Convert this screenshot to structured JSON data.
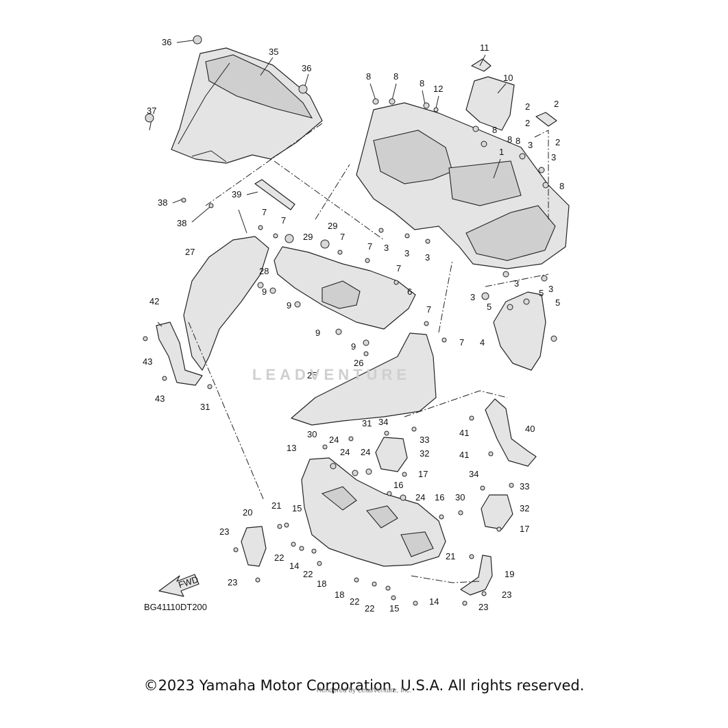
{
  "diagram_code": "BG41110DT200",
  "copyright": "©2023 Yamaha Motor Corporation, U.S.A. All rights reserved.",
  "rendered_by": "Rendered by LeadVenture, Inc.",
  "watermark": "LEADVENTURE",
  "fwd_label": "FWD",
  "callouts": [
    {
      "id": "c36a",
      "text": "36"
    },
    {
      "id": "c35",
      "text": "35"
    },
    {
      "id": "c36b",
      "text": "36"
    },
    {
      "id": "c37",
      "text": "37"
    },
    {
      "id": "c38a",
      "text": "38"
    },
    {
      "id": "c38b",
      "text": "38"
    },
    {
      "id": "c39",
      "text": "39"
    },
    {
      "id": "c11",
      "text": "11"
    },
    {
      "id": "c10",
      "text": "10"
    },
    {
      "id": "c8a",
      "text": "8"
    },
    {
      "id": "c8b",
      "text": "8"
    },
    {
      "id": "c8c",
      "text": "8"
    },
    {
      "id": "c12",
      "text": "12"
    },
    {
      "id": "c8d",
      "text": "8"
    },
    {
      "id": "c8e",
      "text": "8"
    },
    {
      "id": "c1",
      "text": "1"
    },
    {
      "id": "c8f",
      "text": "8"
    },
    {
      "id": "c3a",
      "text": "3"
    },
    {
      "id": "c3b",
      "text": "3"
    },
    {
      "id": "c8g",
      "text": "8"
    },
    {
      "id": "c2a",
      "text": "2"
    },
    {
      "id": "c2b",
      "text": "2"
    },
    {
      "id": "c2c",
      "text": "2"
    },
    {
      "id": "c2d",
      "text": "2"
    },
    {
      "id": "c7a",
      "text": "7"
    },
    {
      "id": "c7b",
      "text": "7"
    },
    {
      "id": "c29a",
      "text": "29"
    },
    {
      "id": "c29b",
      "text": "29"
    },
    {
      "id": "c7c",
      "text": "7"
    },
    {
      "id": "c7d",
      "text": "7"
    },
    {
      "id": "c3c",
      "text": "3"
    },
    {
      "id": "c3d",
      "text": "3"
    },
    {
      "id": "c3e",
      "text": "3"
    },
    {
      "id": "c27",
      "text": "27"
    },
    {
      "id": "c28",
      "text": "28"
    },
    {
      "id": "c7e",
      "text": "7"
    },
    {
      "id": "c9a",
      "text": "9"
    },
    {
      "id": "c9b",
      "text": "9"
    },
    {
      "id": "c6",
      "text": "6"
    },
    {
      "id": "c9c",
      "text": "9"
    },
    {
      "id": "c9d",
      "text": "9"
    },
    {
      "id": "c7f",
      "text": "7"
    },
    {
      "id": "c7g",
      "text": "7"
    },
    {
      "id": "c3f",
      "text": "3"
    },
    {
      "id": "c3g",
      "text": "3"
    },
    {
      "id": "c3h",
      "text": "3"
    },
    {
      "id": "c5a",
      "text": "5"
    },
    {
      "id": "c5b",
      "text": "5"
    },
    {
      "id": "c5c",
      "text": "5"
    },
    {
      "id": "c4",
      "text": "4"
    },
    {
      "id": "c42",
      "text": "42"
    },
    {
      "id": "c43a",
      "text": "43"
    },
    {
      "id": "c43b",
      "text": "43"
    },
    {
      "id": "c26",
      "text": "26"
    },
    {
      "id": "c25",
      "text": "25"
    },
    {
      "id": "c31a",
      "text": "31"
    },
    {
      "id": "c31b",
      "text": "31"
    },
    {
      "id": "c34a",
      "text": "34"
    },
    {
      "id": "c33a",
      "text": "33"
    },
    {
      "id": "c32a",
      "text": "32"
    },
    {
      "id": "c40",
      "text": "40"
    },
    {
      "id": "c41a",
      "text": "41"
    },
    {
      "id": "c41b",
      "text": "41"
    },
    {
      "id": "c30a",
      "text": "30"
    },
    {
      "id": "c24a",
      "text": "24"
    },
    {
      "id": "c13",
      "text": "13"
    },
    {
      "id": "c24b",
      "text": "24"
    },
    {
      "id": "c24c",
      "text": "24"
    },
    {
      "id": "c17a",
      "text": "17"
    },
    {
      "id": "c16a",
      "text": "16"
    },
    {
      "id": "c24d",
      "text": "24"
    },
    {
      "id": "c16b",
      "text": "16"
    },
    {
      "id": "c30b",
      "text": "30"
    },
    {
      "id": "c34b",
      "text": "34"
    },
    {
      "id": "c33b",
      "text": "33"
    },
    {
      "id": "c32b",
      "text": "32"
    },
    {
      "id": "c17b",
      "text": "17"
    },
    {
      "id": "c20",
      "text": "20"
    },
    {
      "id": "c21a",
      "text": "21"
    },
    {
      "id": "c15a",
      "text": "15"
    },
    {
      "id": "c23a",
      "text": "23"
    },
    {
      "id": "c22a",
      "text": "22"
    },
    {
      "id": "c14a",
      "text": "14"
    },
    {
      "id": "c22b",
      "text": "22"
    },
    {
      "id": "c18a",
      "text": "18"
    },
    {
      "id": "c23b",
      "text": "23"
    },
    {
      "id": "c21b",
      "text": "21"
    },
    {
      "id": "c19",
      "text": "19"
    },
    {
      "id": "c18b",
      "text": "18"
    },
    {
      "id": "c22c",
      "text": "22"
    },
    {
      "id": "c22d",
      "text": "22"
    },
    {
      "id": "c15b",
      "text": "15"
    },
    {
      "id": "c14b",
      "text": "14"
    },
    {
      "id": "c23c",
      "text": "23"
    },
    {
      "id": "c23d",
      "text": "23"
    }
  ]
}
